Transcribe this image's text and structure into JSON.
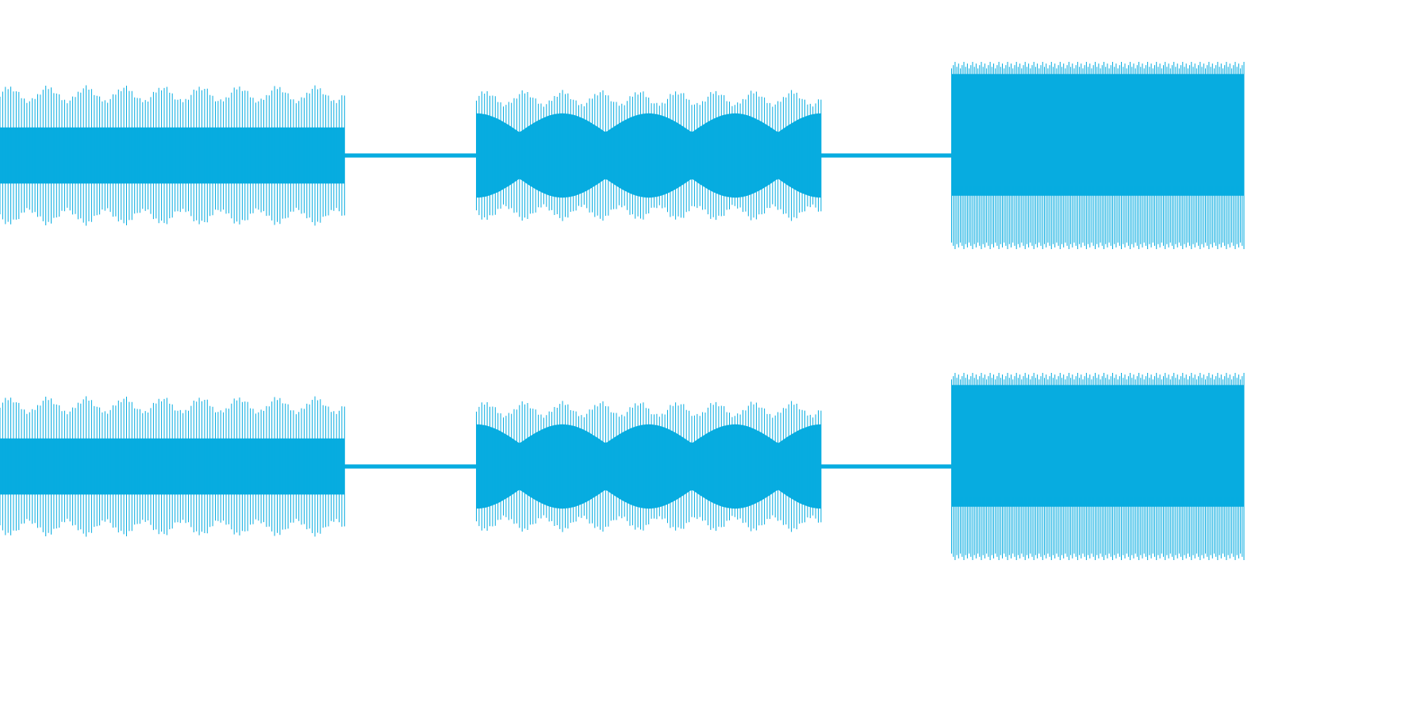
{
  "waveform": {
    "color": "#07ace0",
    "background": "#ffffff",
    "channels": [
      {
        "name": "upper"
      },
      {
        "name": "lower"
      }
    ],
    "segments": [
      {
        "kind": "tone",
        "pattern": "dense-beating",
        "start": 0.0,
        "end": 0.277,
        "peak": 0.75,
        "inner": 0.3
      },
      {
        "kind": "hum",
        "start": 0.277,
        "end": 0.383,
        "level": 0.022
      },
      {
        "kind": "tone",
        "pattern": "slow-beating",
        "start": 0.383,
        "end": 0.66,
        "peak": 0.7,
        "inner": 0.45
      },
      {
        "kind": "hum",
        "start": 0.66,
        "end": 0.765,
        "level": 0.022
      },
      {
        "kind": "tone",
        "pattern": "full-square",
        "start": 0.765,
        "end": 1.0,
        "peak": 1.0,
        "inner": 0.43
      }
    ]
  }
}
